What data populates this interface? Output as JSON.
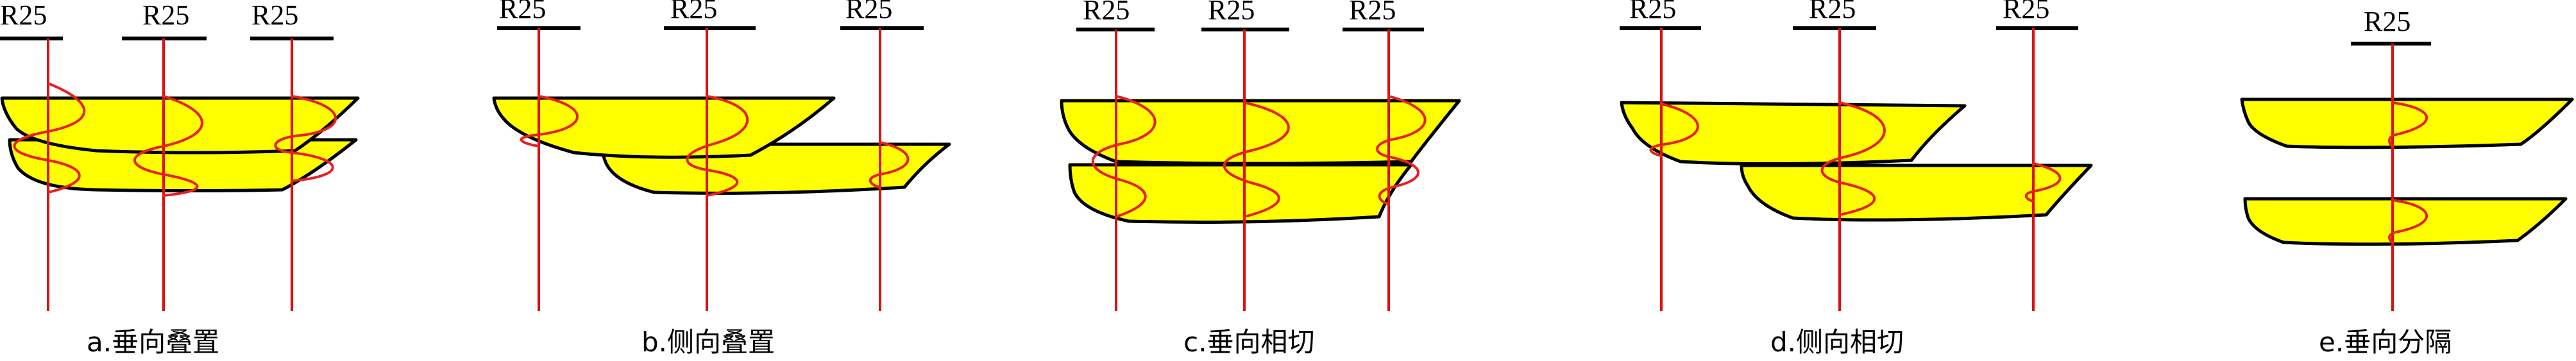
{
  "colors": {
    "sand_fill": "#ffff00",
    "sand_outline": "#000000",
    "well_line": "#dd1111",
    "log_curve": "#e82020",
    "label_text": "#000000",
    "background": "#ffffff"
  },
  "well_label": "R25",
  "panels": [
    {
      "id": "a",
      "caption": "a.垂向叠置",
      "wells": [
        "R25",
        "R25",
        "R25"
      ]
    },
    {
      "id": "b",
      "caption": "b.侧向叠置",
      "wells": [
        "R25",
        "R25",
        "R25"
      ]
    },
    {
      "id": "c",
      "caption": "c.垂向相切",
      "wells": [
        "R25",
        "R25",
        "R25"
      ]
    },
    {
      "id": "d",
      "caption": "d.侧向相切",
      "wells": [
        "R25",
        "R25",
        "R25"
      ]
    },
    {
      "id": "e",
      "caption": "e.垂向分隔",
      "wells": [
        "R25"
      ]
    }
  ]
}
